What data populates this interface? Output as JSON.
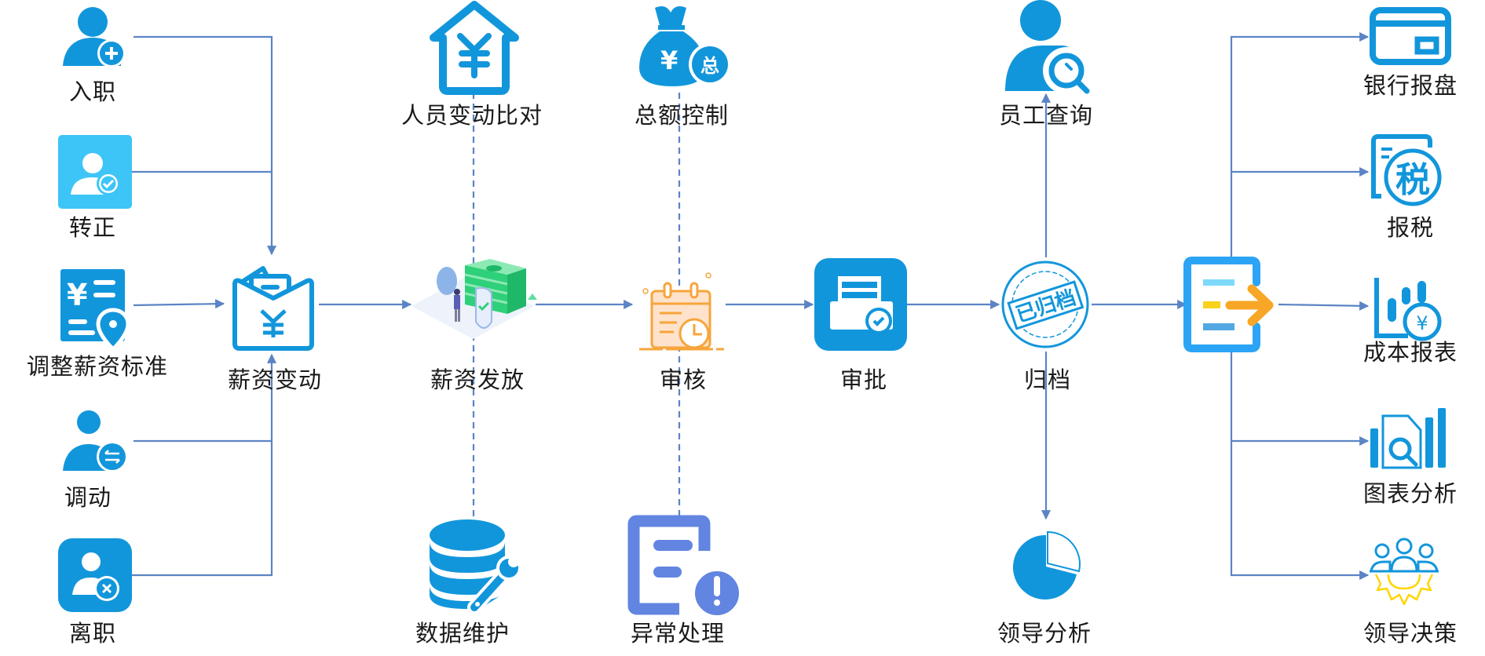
{
  "diagram": {
    "title": "薪资管理流程",
    "colors": {
      "primary_blue": "#1296db",
      "light_blue": "#3ec5f7",
      "connector": "#5b84c4",
      "orange": "#f7a53b",
      "yellow": "#ffd500",
      "indigo": "#6185e0"
    },
    "inputs": [
      {
        "id": "onboard",
        "label": "入职",
        "icon": "user-add-icon"
      },
      {
        "id": "regularize",
        "label": "转正",
        "icon": "user-check-icon"
      },
      {
        "id": "adjust",
        "label": "调整薪资标准",
        "icon": "salary-standard-icon"
      },
      {
        "id": "transfer",
        "label": "调动",
        "icon": "user-transfer-icon"
      },
      {
        "id": "resign",
        "label": "离职",
        "icon": "user-remove-icon"
      }
    ],
    "main_flow": [
      {
        "id": "salary_change",
        "label": "薪资变动",
        "icon": "salary-envelope-icon"
      },
      {
        "id": "salary_pay",
        "label": "薪资发放",
        "icon": "money-stack-illustration-icon"
      },
      {
        "id": "review",
        "label": "审核",
        "icon": "calendar-clock-icon"
      },
      {
        "id": "approve",
        "label": "审批",
        "icon": "approval-printer-icon"
      },
      {
        "id": "archive",
        "label": "归档",
        "icon": "archived-stamp-icon",
        "stamp_text": "已归档"
      },
      {
        "id": "export",
        "label": "",
        "icon": "export-document-icon"
      }
    ],
    "aux_top": [
      {
        "id": "compare",
        "label": "人员变动比对",
        "icon": "house-yuan-icon",
        "attached_to": "salary_pay"
      },
      {
        "id": "total_control",
        "label": "总额控制",
        "icon": "money-bag-icon",
        "badge": "总",
        "attached_to": "review"
      },
      {
        "id": "employee_query",
        "label": "员工查询",
        "icon": "user-search-icon",
        "attached_to": "archive"
      }
    ],
    "aux_bottom": [
      {
        "id": "data_maint",
        "label": "数据维护",
        "icon": "database-wrench-icon",
        "attached_to": "salary_pay"
      },
      {
        "id": "exception",
        "label": "异常处理",
        "icon": "document-alert-icon",
        "attached_to": "review"
      },
      {
        "id": "leader_analysis",
        "label": "领导分析",
        "icon": "pie-chart-icon",
        "attached_to": "archive"
      }
    ],
    "outputs": [
      {
        "id": "bank",
        "label": "银行报盘",
        "icon": "bank-card-icon"
      },
      {
        "id": "tax",
        "label": "报税",
        "icon": "tax-icon",
        "badge": "税"
      },
      {
        "id": "cost",
        "label": "成本报表",
        "icon": "cost-report-icon"
      },
      {
        "id": "chart",
        "label": "图表分析",
        "icon": "chart-analysis-icon"
      },
      {
        "id": "decision",
        "label": "领导决策",
        "icon": "team-gear-icon"
      }
    ]
  }
}
